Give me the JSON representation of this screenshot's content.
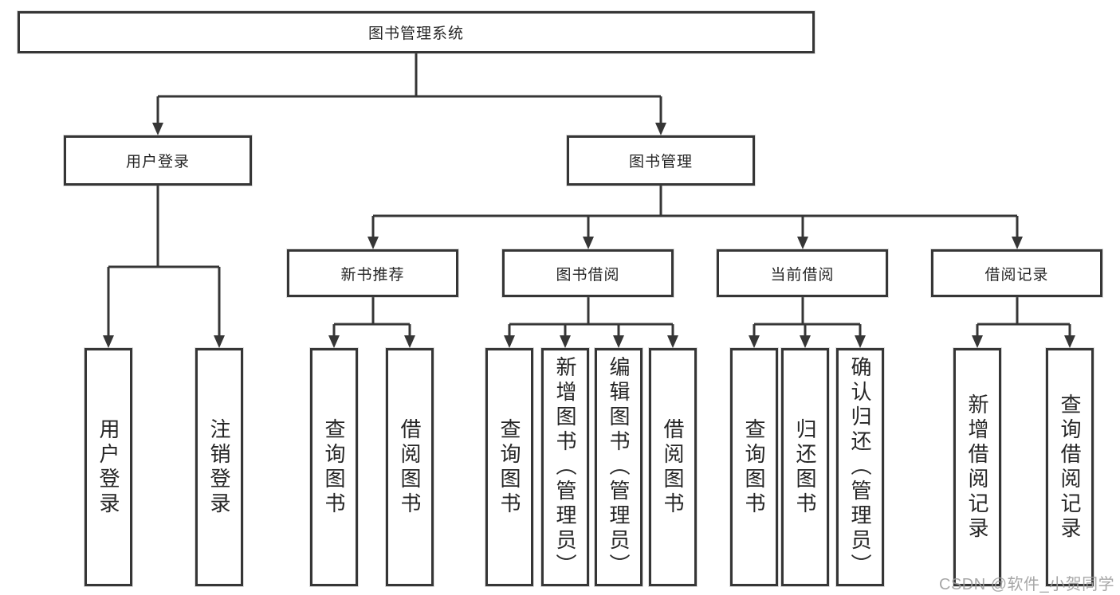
{
  "diagram": {
    "root": {
      "label": "图书管理系统"
    },
    "branches": [
      {
        "label": "用户登录",
        "children": [
          {
            "label": "用户登录"
          },
          {
            "label": "注销登录"
          }
        ]
      },
      {
        "label": "图书管理",
        "children": [
          {
            "label": "新书推荐",
            "children": [
              {
                "label": "查询图书"
              },
              {
                "label": "借阅图书"
              }
            ]
          },
          {
            "label": "图书借阅",
            "children": [
              {
                "label": "查询图书"
              },
              {
                "label": "新增图书（管理员）"
              },
              {
                "label": "编辑图书（管理员）"
              },
              {
                "label": "借阅图书"
              }
            ]
          },
          {
            "label": "当前借阅",
            "children": [
              {
                "label": "查询图书"
              },
              {
                "label": "归还图书"
              },
              {
                "label": "确认归还（管理员）"
              }
            ]
          },
          {
            "label": "借阅记录",
            "children": [
              {
                "label": "新增借阅记录"
              },
              {
                "label": "查询借阅记录"
              }
            ]
          }
        ]
      }
    ]
  },
  "watermark": {
    "text": "CSDN @软件_小贺同学"
  },
  "colors": {
    "line": "#363636",
    "text": "#262626",
    "background": "#ffffff",
    "watermark": "#9e9e9e"
  }
}
